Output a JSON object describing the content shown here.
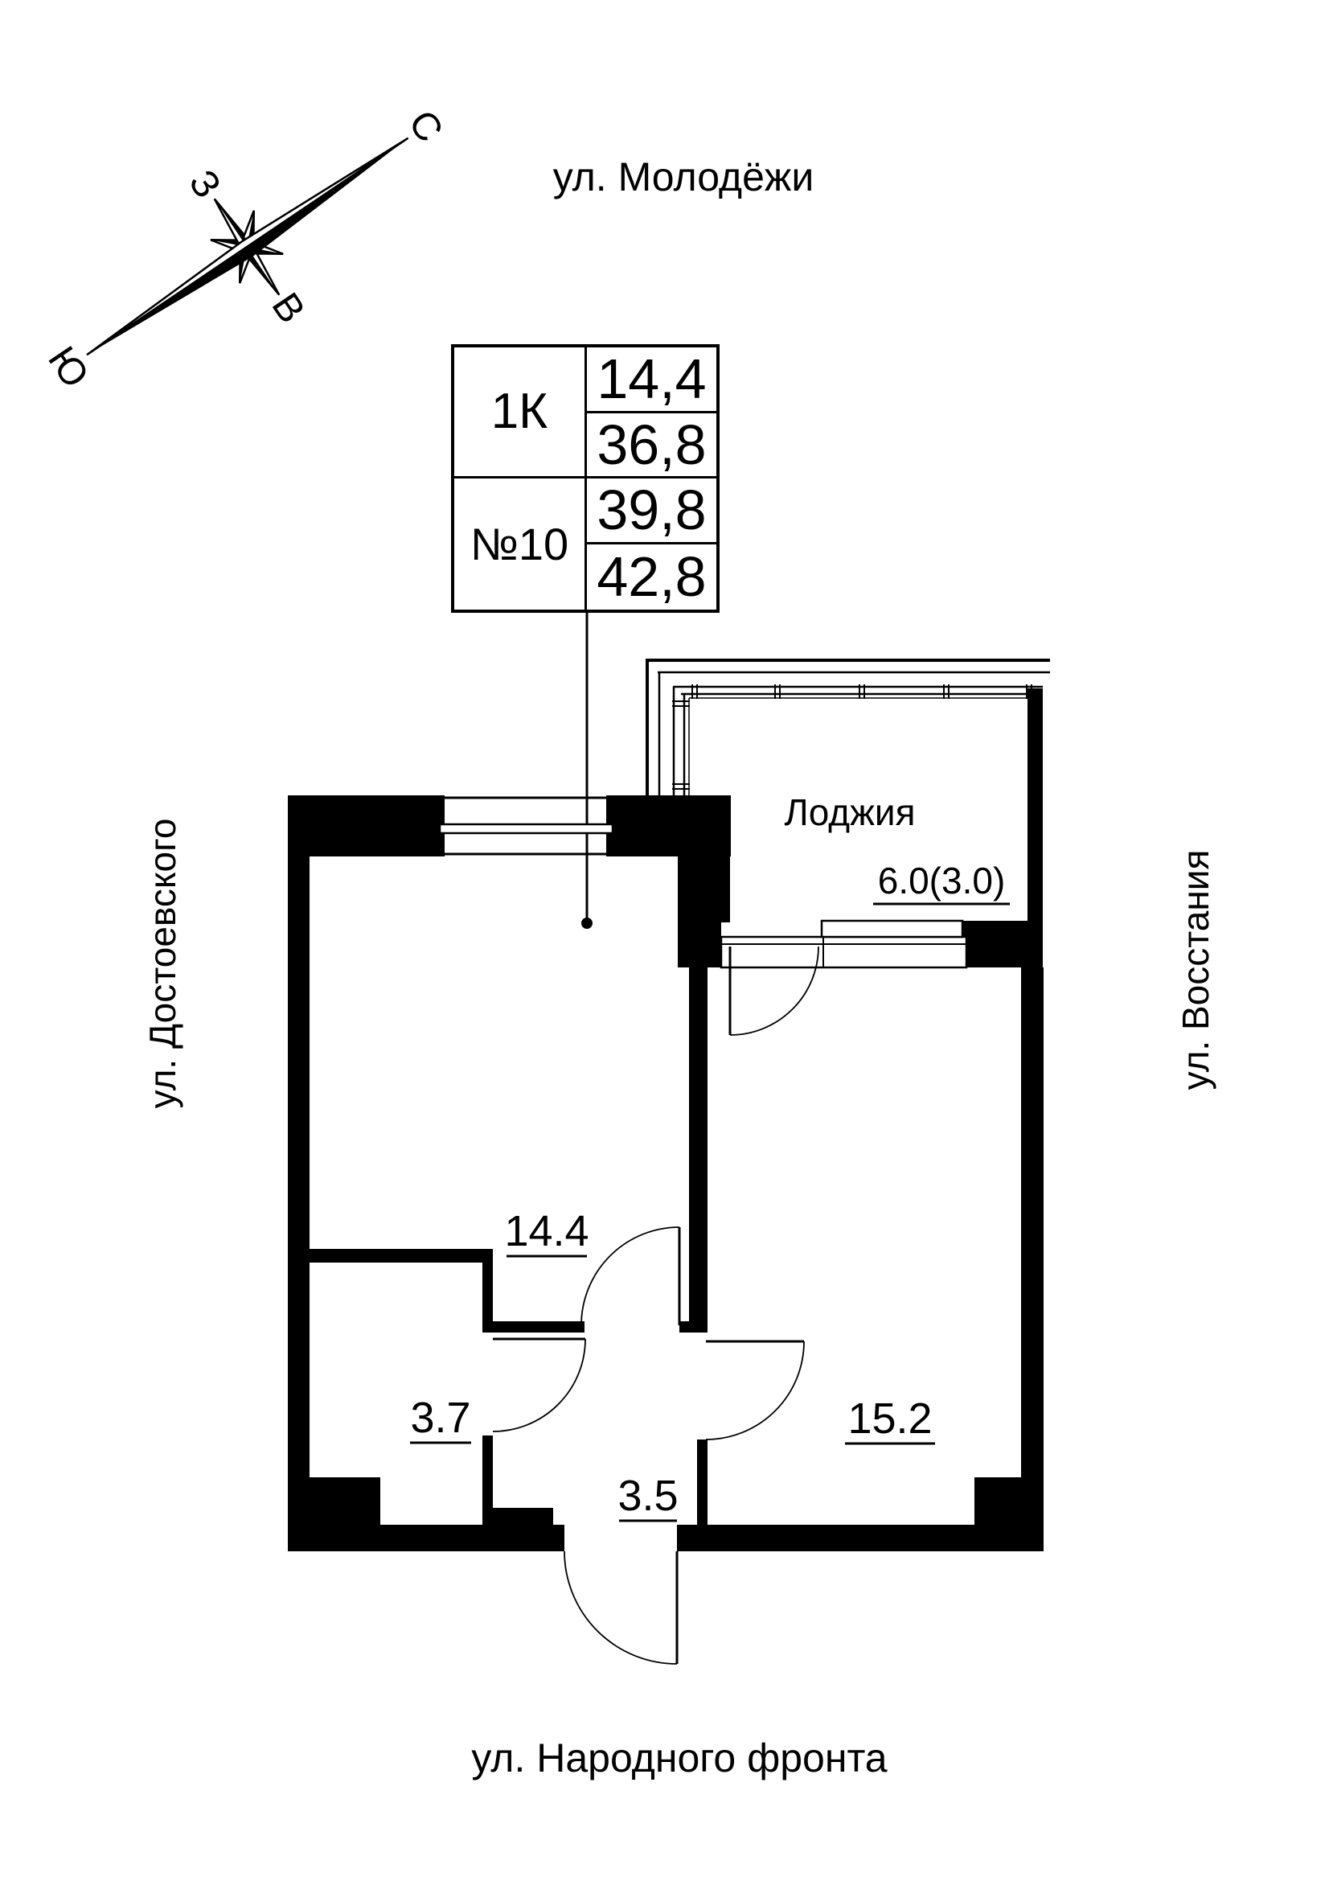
{
  "colors": {
    "ink": "#000000",
    "background": "#ffffff"
  },
  "streets": {
    "top": "ул. Молодёжи",
    "left": "ул. Достоевского",
    "right": "ул. Восстания",
    "bottom": "ул. Народного фронта"
  },
  "compass": {
    "north": "С",
    "west": "З",
    "east": "В",
    "south": "Ю"
  },
  "apartment_card": {
    "type": "1К",
    "unit_number": "№10",
    "areas": [
      "14,4",
      "36,8",
      "39,8",
      "42,8"
    ]
  },
  "plan_labels": {
    "loggia_name": "Лоджия",
    "loggia_area": "6.0(3.0)",
    "living_room_area": "14.4",
    "bathroom_area": "3.7",
    "hallway_area": "3.5",
    "bedroom_area": "15.2"
  }
}
